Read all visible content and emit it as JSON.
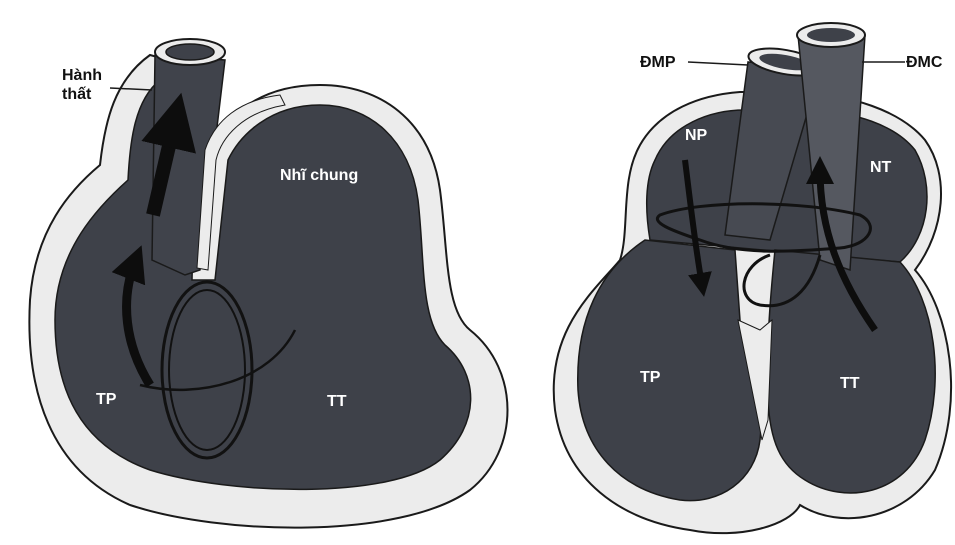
{
  "left_heart": {
    "bulbus_label": "Hành\nthất",
    "common_atrium_label": "Nhĩ chung",
    "right_ventricle_label": "TP",
    "left_ventricle_label": "TT"
  },
  "right_heart": {
    "pulmonary_artery_label": "ĐMP",
    "aorta_label": "ĐMC",
    "right_atrium_label": "NP",
    "left_atrium_label": "NT",
    "right_ventricle_label": "TP",
    "left_ventricle_label": "TT"
  },
  "colors": {
    "chamber": "#3e4149",
    "chamber_shade": "#2c2f36",
    "wall": "#ececec",
    "outline": "#1a1a1a",
    "arrow": "#0d0d0d"
  }
}
